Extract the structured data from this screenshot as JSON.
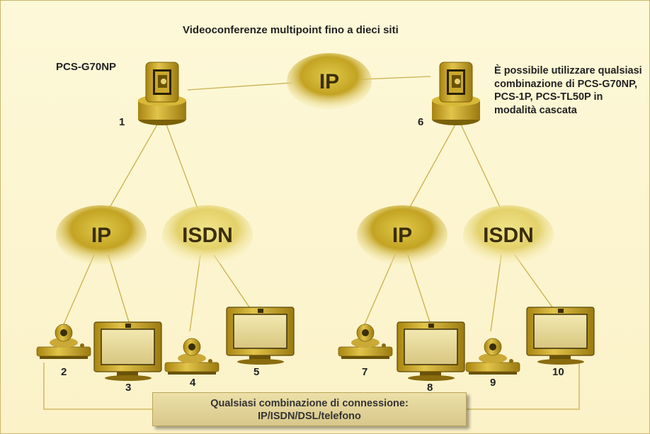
{
  "title": "Videoconferenze multipoint fino a dieci siti",
  "model_label": "PCS-G70NP",
  "note": "È possibile utilizzare qualsiasi combinazione di PCS-G70NP, PCS-1P, PCS-TL50P in modalità cascata",
  "clouds": {
    "top": "IP",
    "left_ip": "IP",
    "left_isdn": "ISDN",
    "right_ip": "IP",
    "right_isdn": "ISDN"
  },
  "site_numbers": [
    "1",
    "2",
    "3",
    "4",
    "5",
    "6",
    "7",
    "8",
    "9",
    "10"
  ],
  "bottom_box": {
    "line1": "Qualsiasi combinazione di connessione:",
    "line2": "IP/ISDN/DSL/telefono"
  },
  "colors": {
    "background": "#fdf7d6",
    "cloud_dark": "#b89a1e",
    "cloud_light": "#e6d66a",
    "device": "#c9a82a",
    "line": "#c9b050"
  }
}
